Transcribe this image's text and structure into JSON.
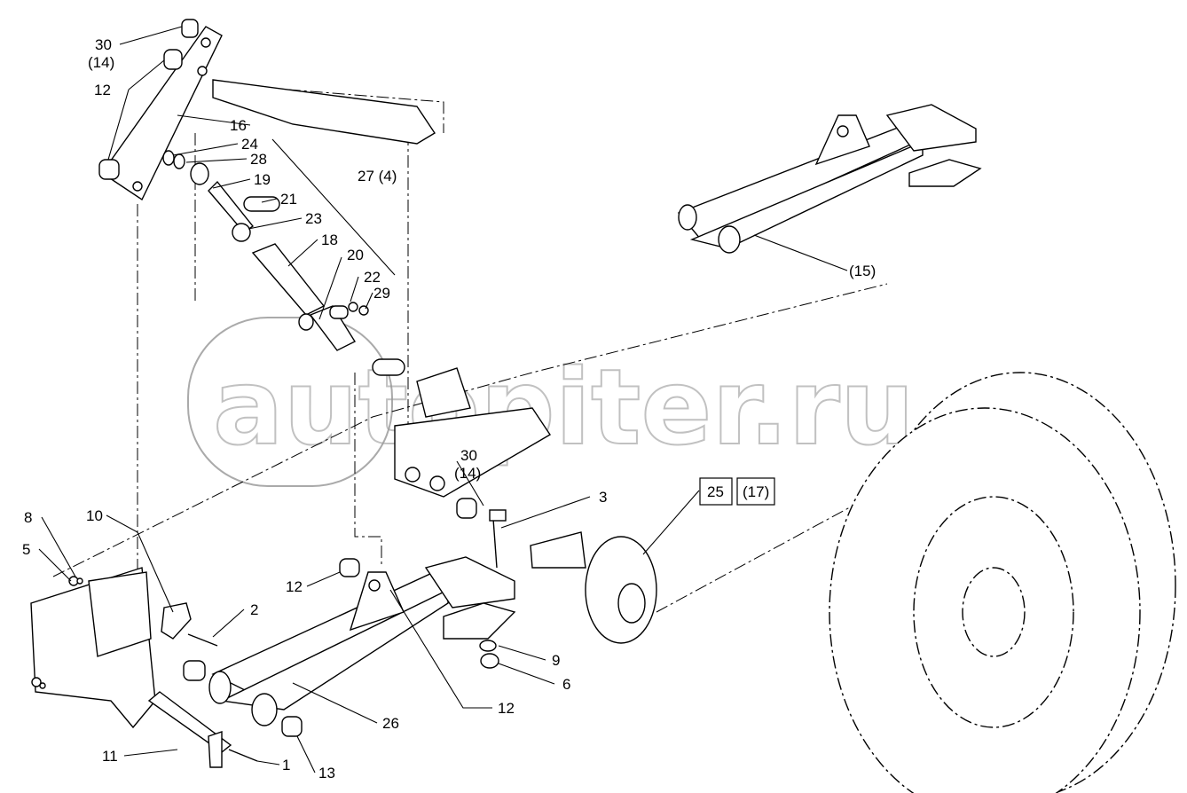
{
  "diagram": {
    "watermark": "autopiter.ru",
    "callouts": {
      "c30a": "30",
      "c14a": "(14)",
      "c12a": "12",
      "c16": "16",
      "c24": "24",
      "c28": "28",
      "c19": "19",
      "c21": "21",
      "c23": "23",
      "c18": "18",
      "c27": "27 (4)",
      "c20": "20",
      "c22": "22",
      "c29": "29",
      "c15": "(15)",
      "c30b": "30",
      "c14b": "(14)",
      "c3": "3",
      "c25": "25",
      "c17": "(17)",
      "c8": "8",
      "c5": "5",
      "c10": "10",
      "c2": "2",
      "c12b": "12",
      "c9": "9",
      "c6": "6",
      "c12c": "12",
      "c26": "26",
      "c11": "11",
      "c1": "1",
      "c13": "13"
    }
  }
}
